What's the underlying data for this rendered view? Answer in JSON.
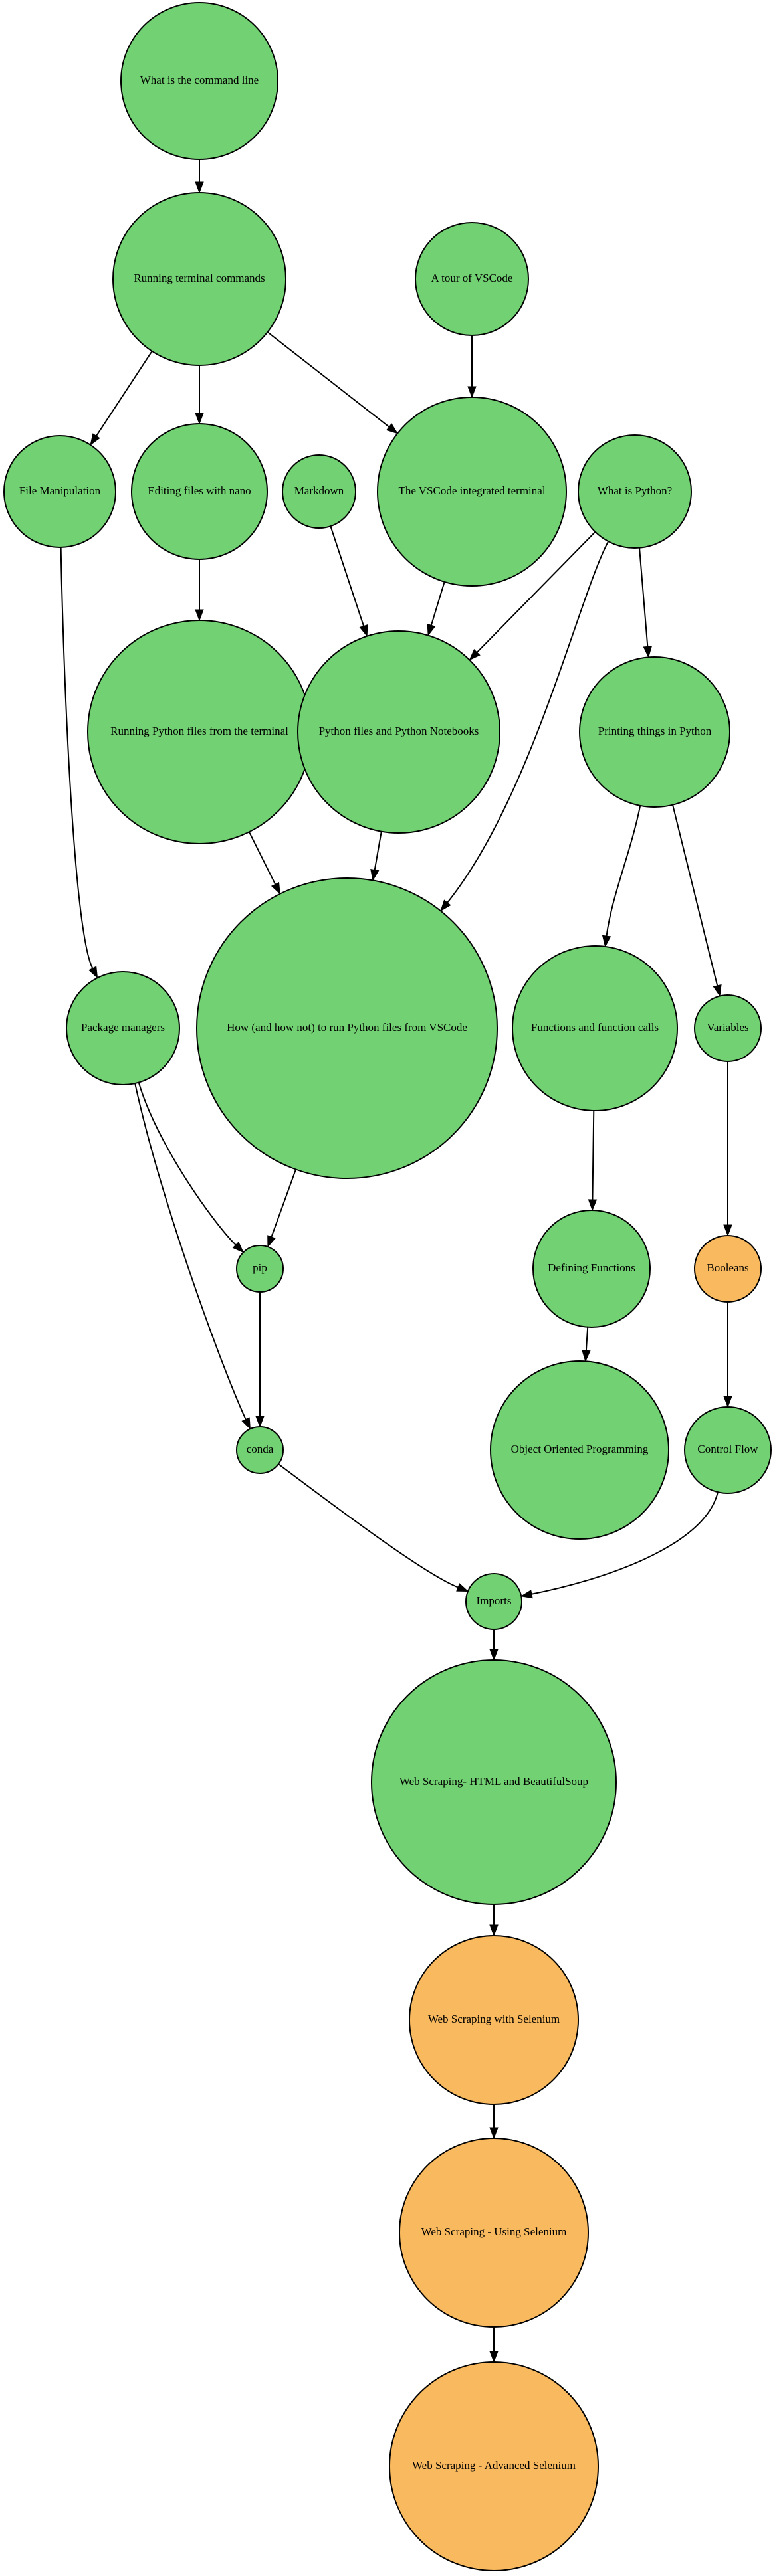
{
  "colors": {
    "completed": "#72d172",
    "in_progress": "#f9b95f",
    "stroke": "#000000"
  },
  "nodes": {
    "command_line": {
      "label": "What is the command line",
      "status": "completed"
    },
    "terminal_commands": {
      "label": "Running terminal commands",
      "status": "completed"
    },
    "tour_vscode": {
      "label": "A tour of VSCode",
      "status": "completed"
    },
    "file_manipulation": {
      "label": "File Manipulation",
      "status": "completed"
    },
    "nano": {
      "label": "Editing files with nano",
      "status": "completed"
    },
    "markdown": {
      "label": "Markdown",
      "status": "completed"
    },
    "vscode_terminal": {
      "label": "The VSCode integrated terminal",
      "status": "completed"
    },
    "what_python": {
      "label": "What is Python?",
      "status": "completed"
    },
    "run_py_terminal": {
      "label": "Running Python files from the terminal",
      "status": "completed"
    },
    "py_notebooks": {
      "label": "Python files and Python Notebooks",
      "status": "completed"
    },
    "printing": {
      "label": "Printing things in Python",
      "status": "completed"
    },
    "package_managers": {
      "label": "Package managers",
      "status": "completed"
    },
    "run_py_vscode": {
      "label": "How (and how not) to run Python files from VSCode",
      "status": "completed"
    },
    "functions": {
      "label": "Functions and function calls",
      "status": "completed"
    },
    "variables": {
      "label": "Variables",
      "status": "completed"
    },
    "pip": {
      "label": "pip",
      "status": "completed"
    },
    "defining_functions": {
      "label": "Defining Functions",
      "status": "completed"
    },
    "booleans": {
      "label": "Booleans",
      "status": "in_progress"
    },
    "conda": {
      "label": "conda",
      "status": "completed"
    },
    "oop": {
      "label": "Object Oriented Programming",
      "status": "completed"
    },
    "control_flow": {
      "label": "Control Flow",
      "status": "completed"
    },
    "imports": {
      "label": "Imports",
      "status": "completed"
    },
    "web_bs4": {
      "label": "Web Scraping- HTML and BeautifulSoup",
      "status": "completed"
    },
    "web_selenium": {
      "label": "Web Scraping with Selenium",
      "status": "in_progress"
    },
    "web_using_selenium": {
      "label": "Web Scraping - Using Selenium",
      "status": "in_progress"
    },
    "web_advanced_selenium": {
      "label": "Web Scraping - Advanced Selenium",
      "status": "in_progress"
    }
  },
  "edges": [
    [
      "command_line",
      "terminal_commands"
    ],
    [
      "terminal_commands",
      "file_manipulation"
    ],
    [
      "terminal_commands",
      "nano"
    ],
    [
      "terminal_commands",
      "vscode_terminal"
    ],
    [
      "tour_vscode",
      "vscode_terminal"
    ],
    [
      "file_manipulation",
      "package_managers"
    ],
    [
      "nano",
      "run_py_terminal"
    ],
    [
      "markdown",
      "py_notebooks"
    ],
    [
      "vscode_terminal",
      "py_notebooks"
    ],
    [
      "what_python",
      "py_notebooks"
    ],
    [
      "what_python",
      "printing"
    ],
    [
      "what_python",
      "run_py_vscode"
    ],
    [
      "run_py_terminal",
      "run_py_vscode"
    ],
    [
      "py_notebooks",
      "run_py_vscode"
    ],
    [
      "printing",
      "functions"
    ],
    [
      "printing",
      "variables"
    ],
    [
      "package_managers",
      "pip"
    ],
    [
      "package_managers",
      "conda"
    ],
    [
      "run_py_vscode",
      "pip"
    ],
    [
      "functions",
      "defining_functions"
    ],
    [
      "variables",
      "booleans"
    ],
    [
      "pip",
      "conda"
    ],
    [
      "defining_functions",
      "oop"
    ],
    [
      "booleans",
      "control_flow"
    ],
    [
      "conda",
      "imports"
    ],
    [
      "control_flow",
      "imports"
    ],
    [
      "imports",
      "web_bs4"
    ],
    [
      "web_bs4",
      "web_selenium"
    ],
    [
      "web_selenium",
      "web_using_selenium"
    ],
    [
      "web_using_selenium",
      "web_advanced_selenium"
    ]
  ]
}
